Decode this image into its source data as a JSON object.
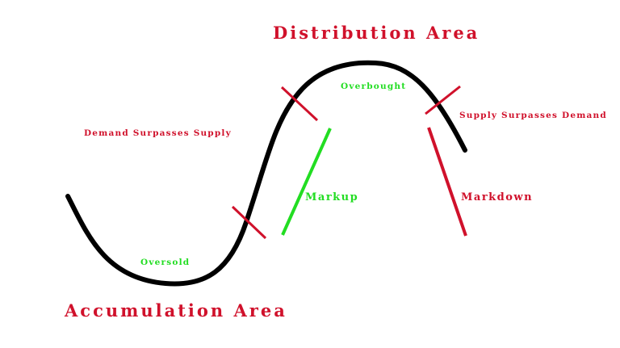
{
  "labels": {
    "distribution_area": "Distribution Area",
    "accumulation_area": "Accumulation Area",
    "demand_surpasses_supply": "Demand Surpasses Supply",
    "supply_surpasses_demand": "Supply Surpasses Demand",
    "overbought": "Overbought",
    "oversold": "Oversold",
    "markup": "Markup",
    "markdown": "Markdown"
  },
  "colors": {
    "red": "#d0112b",
    "green": "#22dd22",
    "curve": "#000000"
  }
}
